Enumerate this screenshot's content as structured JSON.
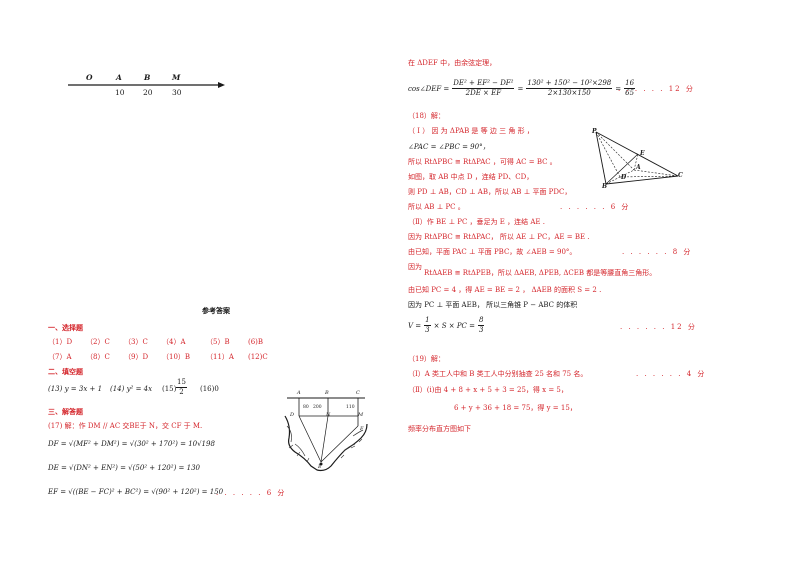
{
  "numberline": {
    "points": [
      "O",
      "A",
      "B",
      "M"
    ],
    "values": [
      "10",
      "20",
      "30"
    ]
  },
  "answer_title": "参考答案",
  "section1": {
    "heading": "一、选择题",
    "row1": [
      "（1）D",
      "（2）C",
      "（3）C",
      "（4）A",
      "（5）B",
      "(6)B"
    ],
    "row2": [
      "（7）A",
      "（8）C",
      "（9）D",
      "（10）B",
      "（11）A",
      "(12)C"
    ]
  },
  "section2": {
    "heading": "二、填空题",
    "a13": "(13)  y = 3x + 1",
    "a14": "(14) y² = 4x",
    "a15_label": "(15)",
    "a15_num": "15",
    "a15_den": "2",
    "a16": "(16)0"
  },
  "section3": {
    "heading": "三、解答题",
    "q17_intro": "(17) 解：作 DM // AC 交BE于 N，交 CF 于 M.",
    "df": "DF = √(MF² + DM²) = √(30² + 170²) = 10√198",
    "de": "DE = √(DN² + EN²) = √(50² + 120²) = 130",
    "ef": "EF = √((BE − FC)² + BC²) = √(90² + 120²) = 150",
    "ef_score": ". . . . . . 6 分"
  },
  "figure17": {
    "labels": [
      "A",
      "B",
      "C",
      "D",
      "M",
      "N",
      "E",
      "F",
      "80",
      "200",
      "110"
    ]
  },
  "right": {
    "cos_intro": "在 ΔDEF 中，由余弦定理，",
    "cos_lhs": "cos∠DEF =",
    "cos_num1": "DE² + EF² − DF²",
    "cos_den1": "2DE × EF",
    "cos_num2": "130² + 150² − 10²×298",
    "cos_den2": "2×130×150",
    "cos_num3": "16",
    "cos_den3": "65",
    "cos_score": ". . . . . . 12 分",
    "q18": "（18）解：",
    "q18_p1_a": "（ Ⅰ ）  因 为  ΔPAB 是 等 边 三 角 形 ，",
    "q18_p1_b": "∠PAC = ∠PBC = 90°，",
    "q18_p1_c": "所以 RtΔPBC ≅ RtΔPAC ，可得 AC = BC 。",
    "q18_p1_d": "如图，取 AB 中点 D ，连结 PD、CD，",
    "q18_p1_e": "则 PD ⊥ AB，CD ⊥ AB，所以 AB ⊥ 平面 PDC，",
    "q18_p1_f": "所以 AB ⊥ PC 。",
    "q18_p1_score": ". . . . . . 6 分",
    "q18_p2_a": "（Ⅱ）作 BE ⊥ PC ，垂足为 E ，连结 AE .",
    "q18_p2_b": "因为 RtΔPBC ≅ RtΔPAC，  所以 AE ⊥ PC，AE = BE .",
    "q18_p2_c": "由已知，平面 PAC ⊥ 平面 PBC，故 ∠AEB = 90°。",
    "q18_p2_score": ". . . . . . 8 分",
    "q18_p2_d1": "因为",
    "q18_p2_d2": "RtΔAEB ≅ RtΔPEB，所以 ΔAEB, ΔPEB, ΔCEB 都是等腰直角三角形。",
    "q18_p2_e": "由已知 PC = 4 ，得 AE = BE = 2 ，  ΔAEB 的面积 S = 2 .",
    "q18_p2_f": "因为 PC ⊥ 平面 AEB，   所以三角锥 P − ABC 的体积",
    "vol_lhs": "V =",
    "vol_n1": "1",
    "vol_d1": "3",
    "vol_mid": "× S × PC =",
    "vol_n2": "8",
    "vol_d2": "3",
    "vol_score": ". . . . . . 12 分",
    "q19": "（19）解：",
    "q19_a": "（Ⅰ）A 类工人中和 B 类工人中分别抽查 25 名和 75 名。",
    "q19_a_score": ". . . . . . 4 分",
    "q19_b": "（Ⅱ）(i)由 4 + 8 + x + 5 + 3 = 25，得 x = 5，",
    "q19_c": "6 + y + 36 + 18 = 75，得 y = 15，",
    "q19_d": "频率分布直方图如下"
  },
  "figure18": {
    "labels": [
      "P",
      "E",
      "D",
      "A",
      "B",
      "C"
    ]
  }
}
